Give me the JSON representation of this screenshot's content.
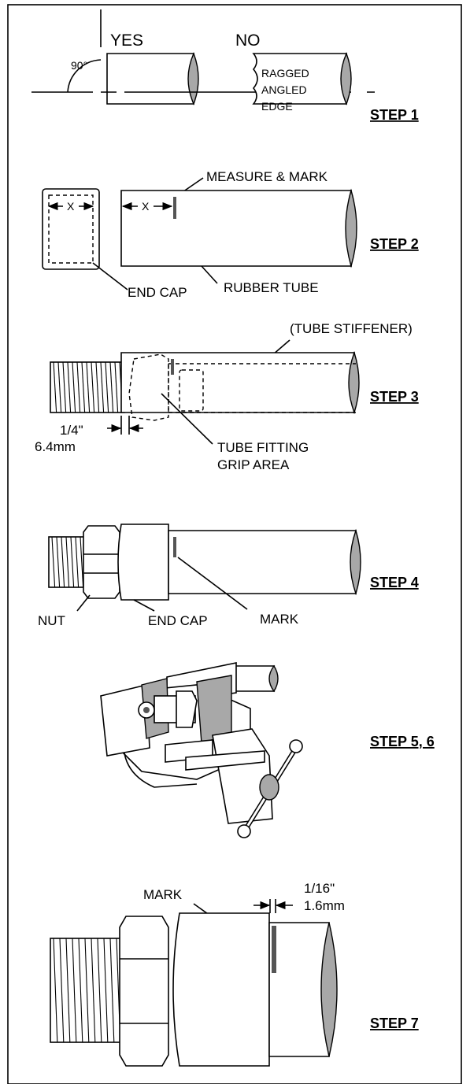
{
  "step1": {
    "yes_label": "YES",
    "no_label": "NO",
    "angle_label": "90°",
    "ragged_lines": [
      "RAGGED",
      "ANGLED",
      "EDGE"
    ],
    "step_label": "STEP 1"
  },
  "step2": {
    "measure_label": "MEASURE & MARK",
    "x_label": "X",
    "end_cap_label": "END CAP",
    "rubber_tube_label": "RUBBER TUBE",
    "step_label": "STEP 2"
  },
  "step3": {
    "stiffener_label": "(TUBE STIFFENER)",
    "gap_in": "1/4\"",
    "gap_mm": "6.4mm",
    "grip_line1": "TUBE FITTING",
    "grip_line2": "GRIP AREA",
    "step_label": "STEP 3"
  },
  "step4": {
    "nut_label": "NUT",
    "end_cap_label": "END CAP",
    "mark_label": "MARK",
    "step_label": "STEP 4"
  },
  "step56": {
    "step_label": "STEP 5, 6"
  },
  "step7": {
    "mark_label": "MARK",
    "gap_in": "1/16\"",
    "gap_mm": "1.6mm",
    "step_label": "STEP 7"
  }
}
